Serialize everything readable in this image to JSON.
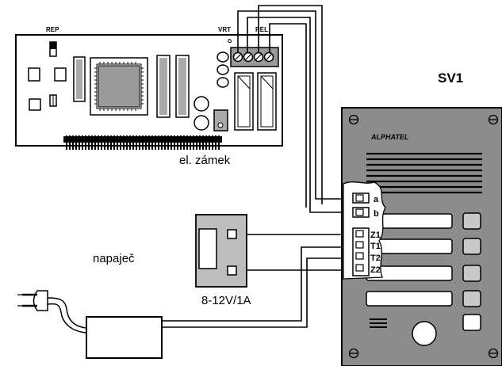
{
  "labels": {
    "rep": "REP",
    "vrt": "VRT",
    "rel": "REL",
    "g": "G",
    "sv1": "SV1",
    "brand": "ALPHATEL",
    "lock": "el. zámek",
    "supply": "napaječ",
    "supply_rating": "8-12V/1A"
  },
  "terminals": [
    "a",
    "b",
    "Z1",
    "T1",
    "T2",
    "Z2"
  ],
  "colors": {
    "line": "#000000",
    "panel": "#8c8c8c",
    "panel_dark": "#5a5a5a",
    "chip": "#9a9a9a",
    "block": "#bdbdbd",
    "pin": "#e6e6e6",
    "key": "#c8c8c8"
  }
}
